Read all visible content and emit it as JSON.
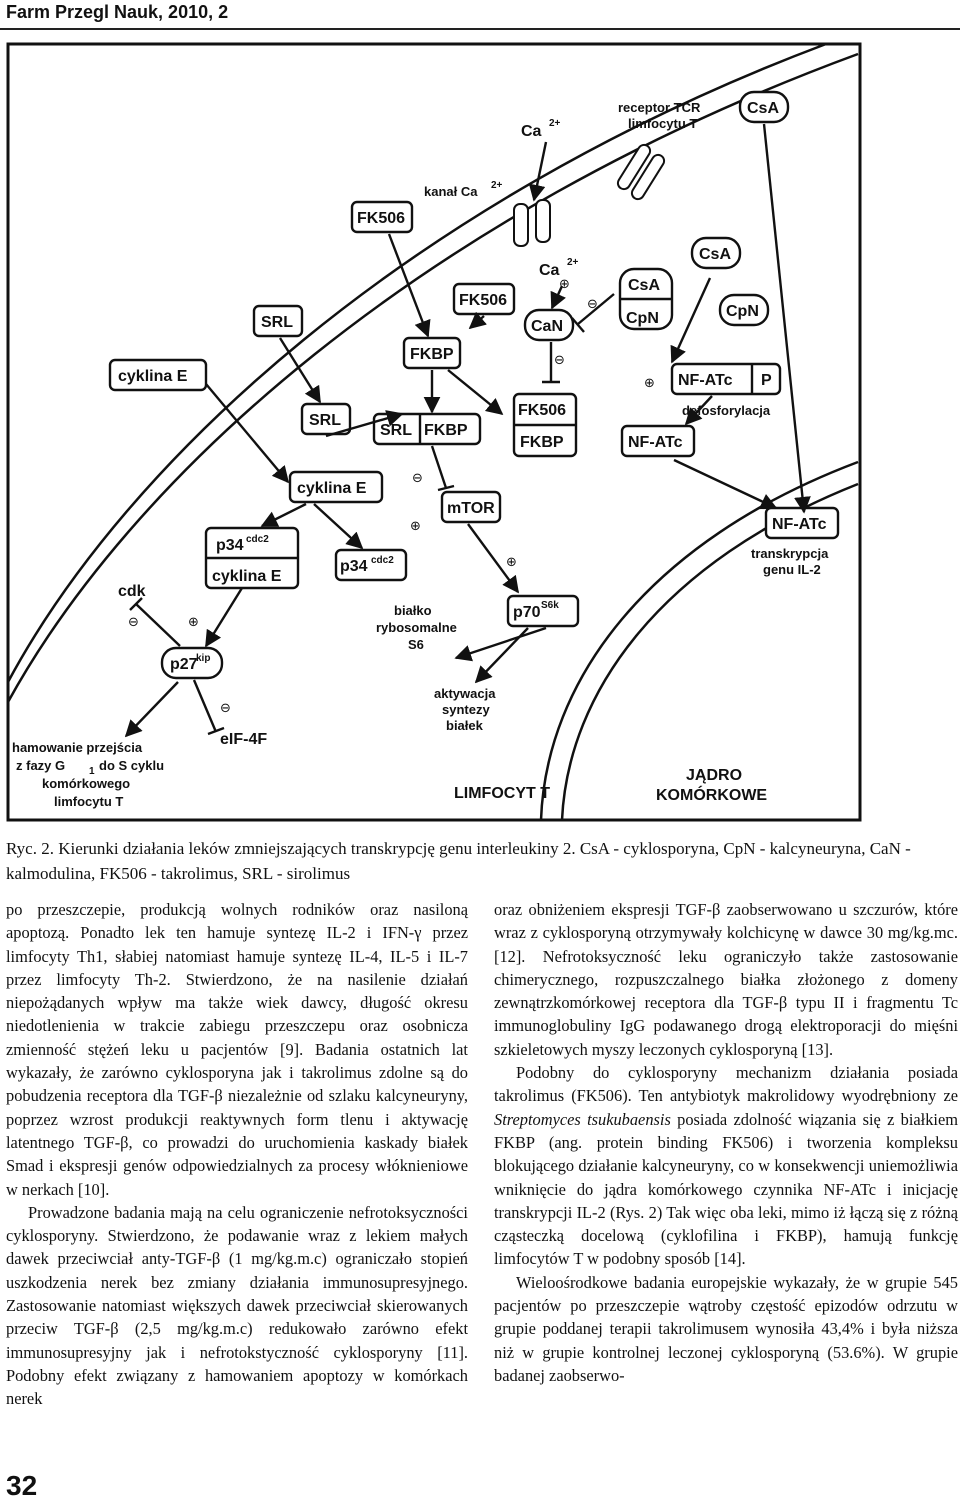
{
  "header": {
    "running_title": "Farm Przegl Nauk, 2010, 2"
  },
  "figure": {
    "receptor_label": [
      "receptor TCR",
      "limfocytu T"
    ],
    "ca_top": "Ca",
    "ca_sup": "2+",
    "channel_label": "kanał Ca",
    "channel_sup": "2+",
    "ca_inner": "Ca",
    "ca_inner_sup": "2+",
    "csa_top": "CsA",
    "fk506_top": "FK506",
    "fk506_mid": "FK506",
    "srl_top": "SRL",
    "fkbp": "FKBP",
    "can": "CaN",
    "csa_mid": "CsA",
    "cpn_mid": "CpN",
    "csa_right": "CsA",
    "cpn_right": "CpN",
    "cyklina_e_top": "cyklina E",
    "srl_mid": "SRL",
    "srl_fkbp_srl": "SRL",
    "srl_fkbp_fkbp": "FKBP",
    "fk506_fkbp_fk": "FK506",
    "fk506_fkbp_fkbp": "FKBP",
    "nfatc_p_nf": "NF-ATc",
    "nfatc_p_p": "P",
    "defosforylacja": "defosforylacja",
    "nfatc_deph": "NF-ATc",
    "cyklina_e_mid": "cyklina E",
    "mtor": "mTOR",
    "p34_cyk_p34": "p34",
    "p34_sup": "cdc2",
    "p34_cyk_cyk": "cyklina E",
    "p34_single": "p34",
    "p34_single_sup": "cdc2",
    "nfatc_nucleus": "NF-ATc",
    "transkrypcja": [
      "transkrypcja",
      "genu IL-2"
    ],
    "cdk": "cdk",
    "bialko": [
      "białko",
      "rybosomalne",
      "S6"
    ],
    "p70": "p70",
    "p70_sup": "S6k",
    "p27": "p27",
    "p27_sup": "kip",
    "aktywacja": [
      "aktywacja",
      "syntezy",
      "białek"
    ],
    "eif": "eIF-4F",
    "hamowanie": [
      "hamowanie przejścia",
      "z fazy G",
      "do S cyklu",
      "komórkowego",
      "limfocytu T"
    ],
    "hamowanie_sub": "1",
    "limfocyt": "LIMFOCYT T",
    "jadro": [
      "JĄDRO",
      "KOMÓRKOWE"
    ],
    "minus": "⊖",
    "plus": "⊕"
  },
  "caption": "Ryc. 2. Kierunki działania leków zmniejszających transkrypcję genu interleukiny 2. CsA - cyklosporyna, CpN - kalcyneuryna, CaN - kalmodulina, FK506 - takrolimus, SRL - sirolimus",
  "left_column": [
    "po przeszczepie, produkcją wolnych rodników oraz nasiloną apoptozą. Ponadto lek ten hamuje syntezę IL-2 i IFN-γ przez limfocyty Th1, słabiej natomiast hamuje syntezę IL-4, IL-5 i IL-7 przez limfocyty Th-2. Stwierdzono, że na nasilenie działań niepożądanych wpływ ma także wiek dawcy, długość okresu niedotlenienia w trakcie zabiegu przeszczepu oraz osobnicza zmienność stężeń leku u pacjentów [9]. Badania ostatnich lat wykazały, że zarówno cyklosporyna jak i takrolimus zdolne są do pobudzenia receptora dla TGF-β niezależnie od szlaku kalcyneuryny, poprzez wzrost produkcji reaktywnych form tlenu i aktywację latentnego TGF-β, co prowadzi do uruchomienia kaskady białek Smad i ekspresji genów odpowiedzialnych za procesy włóknieniowe w nerkach [10].",
    "Prowadzone badania mają na celu ograniczenie nefrotoksyczności cyklosporyny. Stwierdzono, że podawanie wraz z lekiem małych dawek przeciwciał anty-TGF-β (1 mg/kg.m.c) ograniczało stopień uszkodzenia nerek bez zmiany działania immunosupresyjnego. Zastosowanie natomiast większych dawek przeciwciał skierowanych przeciw TGF-β (2,5 mg/kg.m.c) redukowało zarówno efekt immunosupresyjny jak i nefrotokstyczność cyklosporyny [11]. Podobny efekt związany z hamowaniem apoptozy w komórkach nerek"
  ],
  "right_column": {
    "p1": "oraz obniżeniem ekspresji TGF-β zaobserwowano u szczurów, które wraz z cyklosporyną otrzymywały kolchicynę w dawce 30 mg/kg.mc. [12]. Nefrotoksyczność leku ograniczyło także zastosowanie chimerycznego, rozpuszczalnego białka złożonego z domeny zewnątrzkomórkowej receptora dla TGF-β typu II i fragmentu Tc immunoglobuliny IgG podawanego drogą elektroporacji do mięśni szkieletowych myszy leczonych cyklosporyną [13].",
    "p2_before": "Podobny do cyklosporyny mechanizm działania posiada takrolimus (FK506). Ten antybiotyk makrolidowy wyodrębniony ze ",
    "p2_italic": "Streptomyces tsukubaensis",
    "p2_after": " posiada zdolność wiązania się z białkiem FKBP (ang. protein binding FK506) i tworzenia kompleksu blokującego działanie kalcyneuryny, co w konsekwencji uniemożliwia wniknięcie do jądra komórkowego czynnika NF-ATc i inicjację transkrypcji IL-2 (Rys. 2) Tak więc oba leki, mimo iż łączą się z różną cząsteczką docelową (cyklofilina i FKBP), hamują funkcję limfocytów T w podobny sposób [14].",
    "p3": "Wieloośrodkowe badania europejskie wykazały, że w grupie 545 pacjentów po przeszczepie wątroby częstość epizodów odrzutu w grupie poddanej terapii takrolimusem wynosiła 43,4% i była niższa niż w grupie kontrolnej leczonej cyklosporyną (53.6%). W grupie badanej zaobserwo-"
  },
  "page_number": "32"
}
